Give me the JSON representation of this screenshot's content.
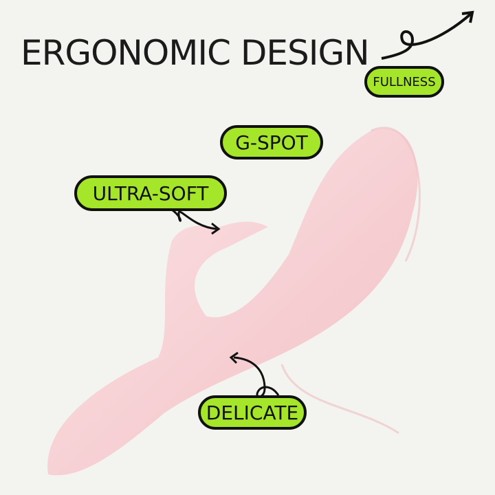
{
  "title": "ERGONOMIC DESIGN",
  "labels": {
    "fullness": "FULLNESS",
    "gspot": "G-SPOT",
    "ultrasoft": "ULTRA-SOFT",
    "delicate": "DELICATE"
  },
  "colors": {
    "background": "#f3f3ef",
    "label_fill": "#a5e52a",
    "label_border": "#111111",
    "product": "#f4c9cd"
  }
}
